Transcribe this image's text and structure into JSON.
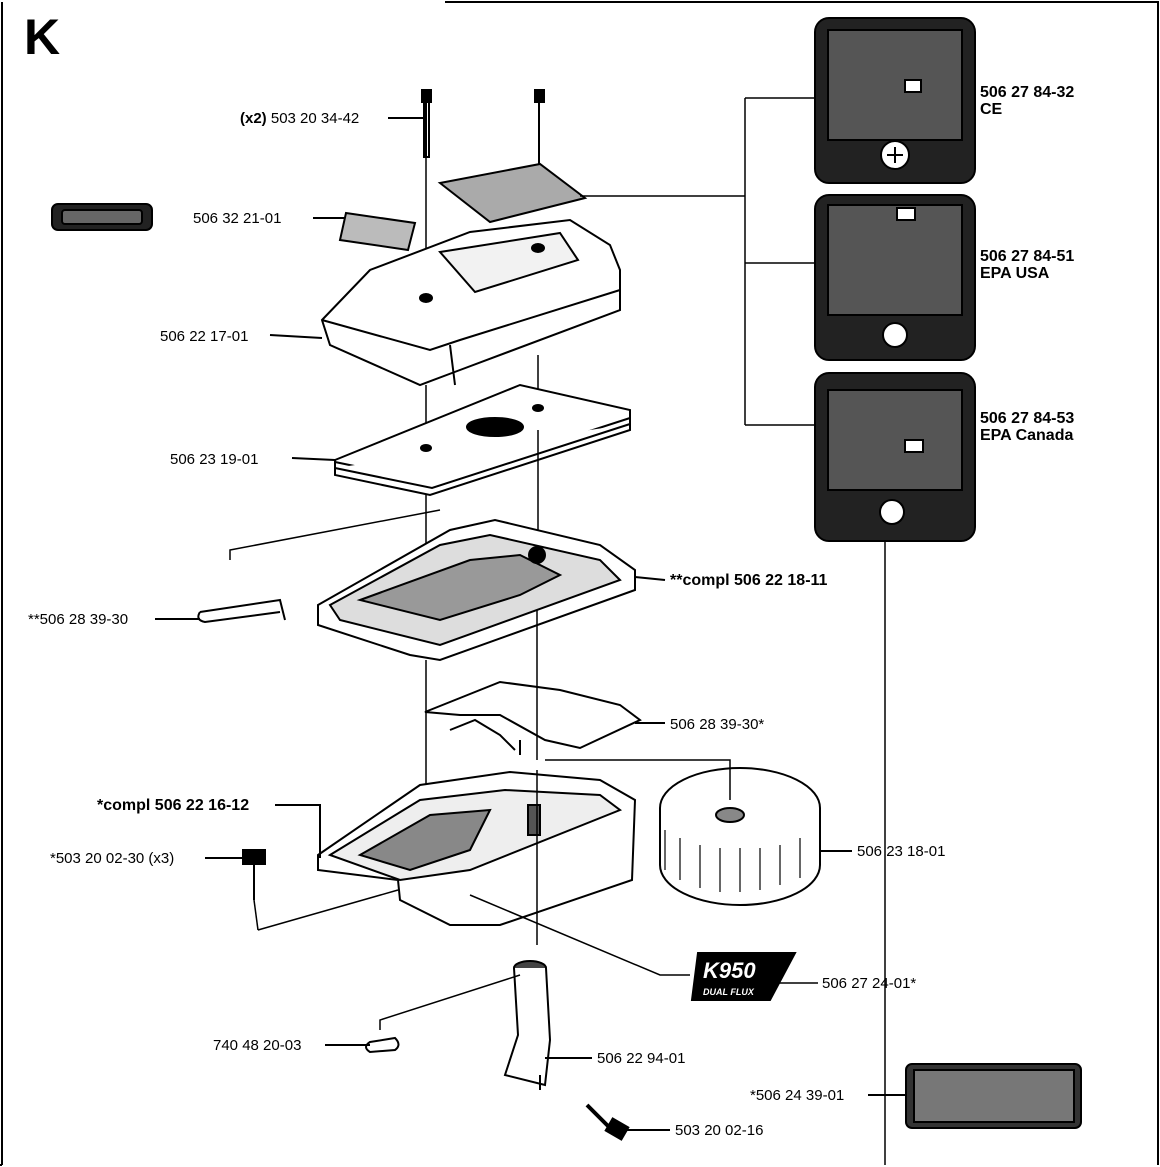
{
  "section_letter": "K",
  "parts": [
    {
      "id": "bolt",
      "text": "503 20 34-42",
      "prefix": "(x2)"
    },
    {
      "id": "sticker-small",
      "text": "506 32 21-01"
    },
    {
      "id": "cover",
      "text": "506 22 17-01"
    },
    {
      "id": "filter-pad",
      "text": "506 23 19-01"
    },
    {
      "id": "tube-left",
      "text": "**506 28 39-30"
    },
    {
      "id": "filter-housing",
      "text": "**compl  506 22 18-11"
    },
    {
      "id": "gasket",
      "text": "506 28 39-30*"
    },
    {
      "id": "base",
      "text": "*compl 506 22 16-12"
    },
    {
      "id": "screw-base",
      "text": "*503 20 02-30 (x3)"
    },
    {
      "id": "paper-filter",
      "text": "506 23 18-01"
    },
    {
      "id": "k950-decal",
      "text": "506 27 24-01*"
    },
    {
      "id": "o-ring",
      "text": "740 48 20-03"
    },
    {
      "id": "intake",
      "text": "506 22 94-01"
    },
    {
      "id": "screw-intake",
      "text": "503 20 02-16"
    },
    {
      "id": "label-warning",
      "text": "*506 24 39-01"
    }
  ],
  "decals": [
    {
      "id": "ce",
      "part": "506 27 84-32",
      "variant": "CE"
    },
    {
      "id": "epa-usa",
      "part": "506 27 84-51",
      "variant": "EPA USA"
    },
    {
      "id": "epa-canada",
      "part": "506 27 84-53",
      "variant": "EPA Canada"
    }
  ],
  "k950_logo": {
    "main": "K950",
    "sub": "DUAL FLUX"
  }
}
